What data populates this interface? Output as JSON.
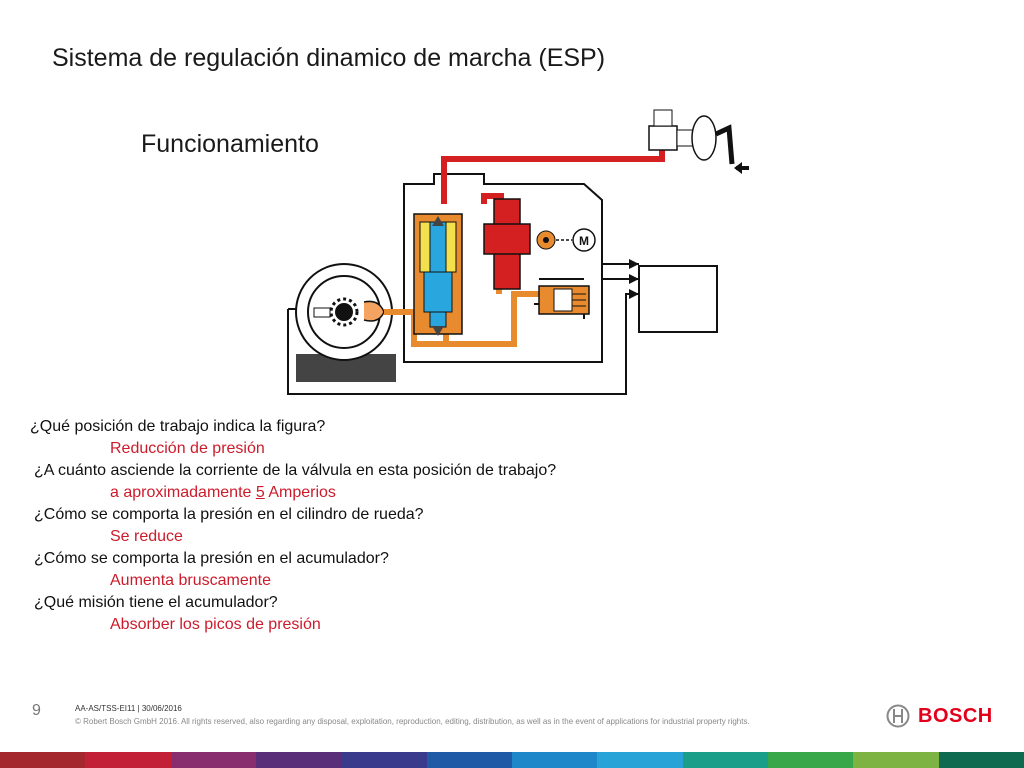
{
  "slide": {
    "title": "Sistema de regulación dinamico de marcha (ESP)",
    "subtitle": "Funcionamiento"
  },
  "diagram": {
    "motor_label": "M"
  },
  "qa": [
    {
      "question": "¿Qué posición de trabajo indica la figura?",
      "answer": "Reducción de presión"
    },
    {
      "question": "¿A cuánto asciende la corriente de la válvula en esta posición de trabajo?",
      "answer_pre": "a aproximadamente ",
      "answer_num": "5",
      "answer_post": " Amperios"
    },
    {
      "question": "¿Cómo se comporta la presión en el cilindro de rueda?",
      "answer": "Se reduce"
    },
    {
      "question": "¿Cómo se comporta la presión en el acumulador?",
      "answer": "Aumenta bruscamente"
    },
    {
      "question": "¿Qué misión tiene el acumulador?",
      "answer": "Absorber los picos de presión"
    }
  ],
  "footer": {
    "page_number": "9",
    "doc_code": "AA-AS/TSS-EI11 | 30/06/2016",
    "copyright": "© Robert Bosch GmbH 2016. All rights reserved, also regarding any disposal, exploitation, reproduction, editing, distribution, as well as in the event of applications for industrial property rights."
  },
  "brand": {
    "logo_text": "BOSCH",
    "color": "#e2001a"
  },
  "supergraphic_colors": [
    "#a3272c",
    "#c22037",
    "#8a2d6e",
    "#5b2e7a",
    "#3a3a8c",
    "#1f5aa6",
    "#1d87c9",
    "#27a3d7",
    "#1a9e8a",
    "#38a749",
    "#7cb342",
    "#0f6b4f"
  ]
}
